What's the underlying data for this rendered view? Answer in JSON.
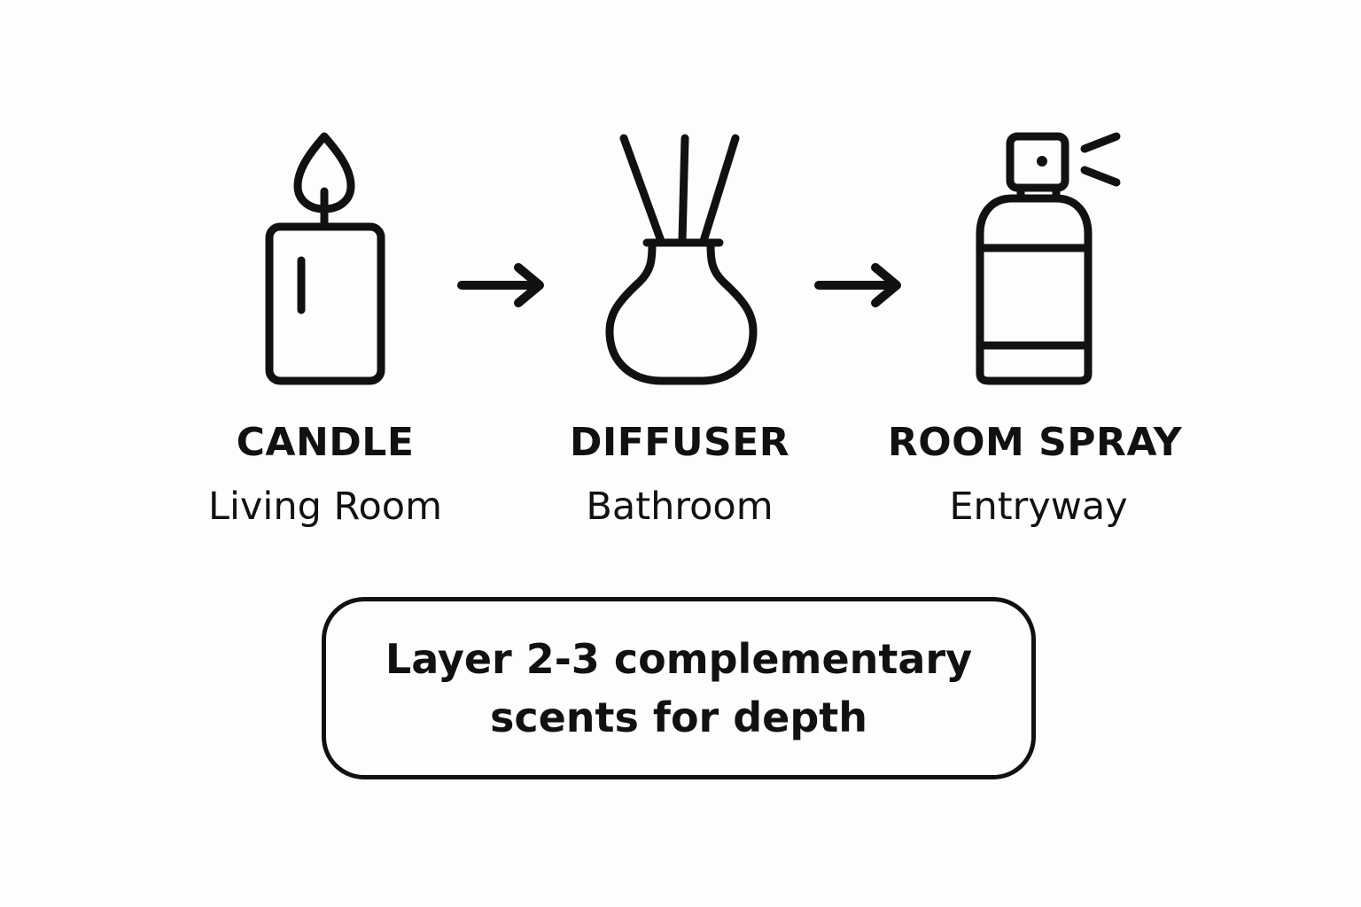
{
  "items": [
    {
      "title": "CANDLE",
      "subtitle": "Living Room",
      "icon": "candle-icon"
    },
    {
      "title": "DIFFUSER",
      "subtitle": "Bathroom",
      "icon": "reed-diffuser-icon"
    },
    {
      "title": "ROOM SPRAY",
      "subtitle": "Entryway",
      "icon": "spray-bottle-icon"
    }
  ],
  "connectors": [
    "arrow-right-icon",
    "arrow-right-icon"
  ],
  "note": {
    "text": "Layer 2-3 complementary scents for depth"
  },
  "colors": {
    "background": "#fdfdfb",
    "ink": "#111111"
  }
}
